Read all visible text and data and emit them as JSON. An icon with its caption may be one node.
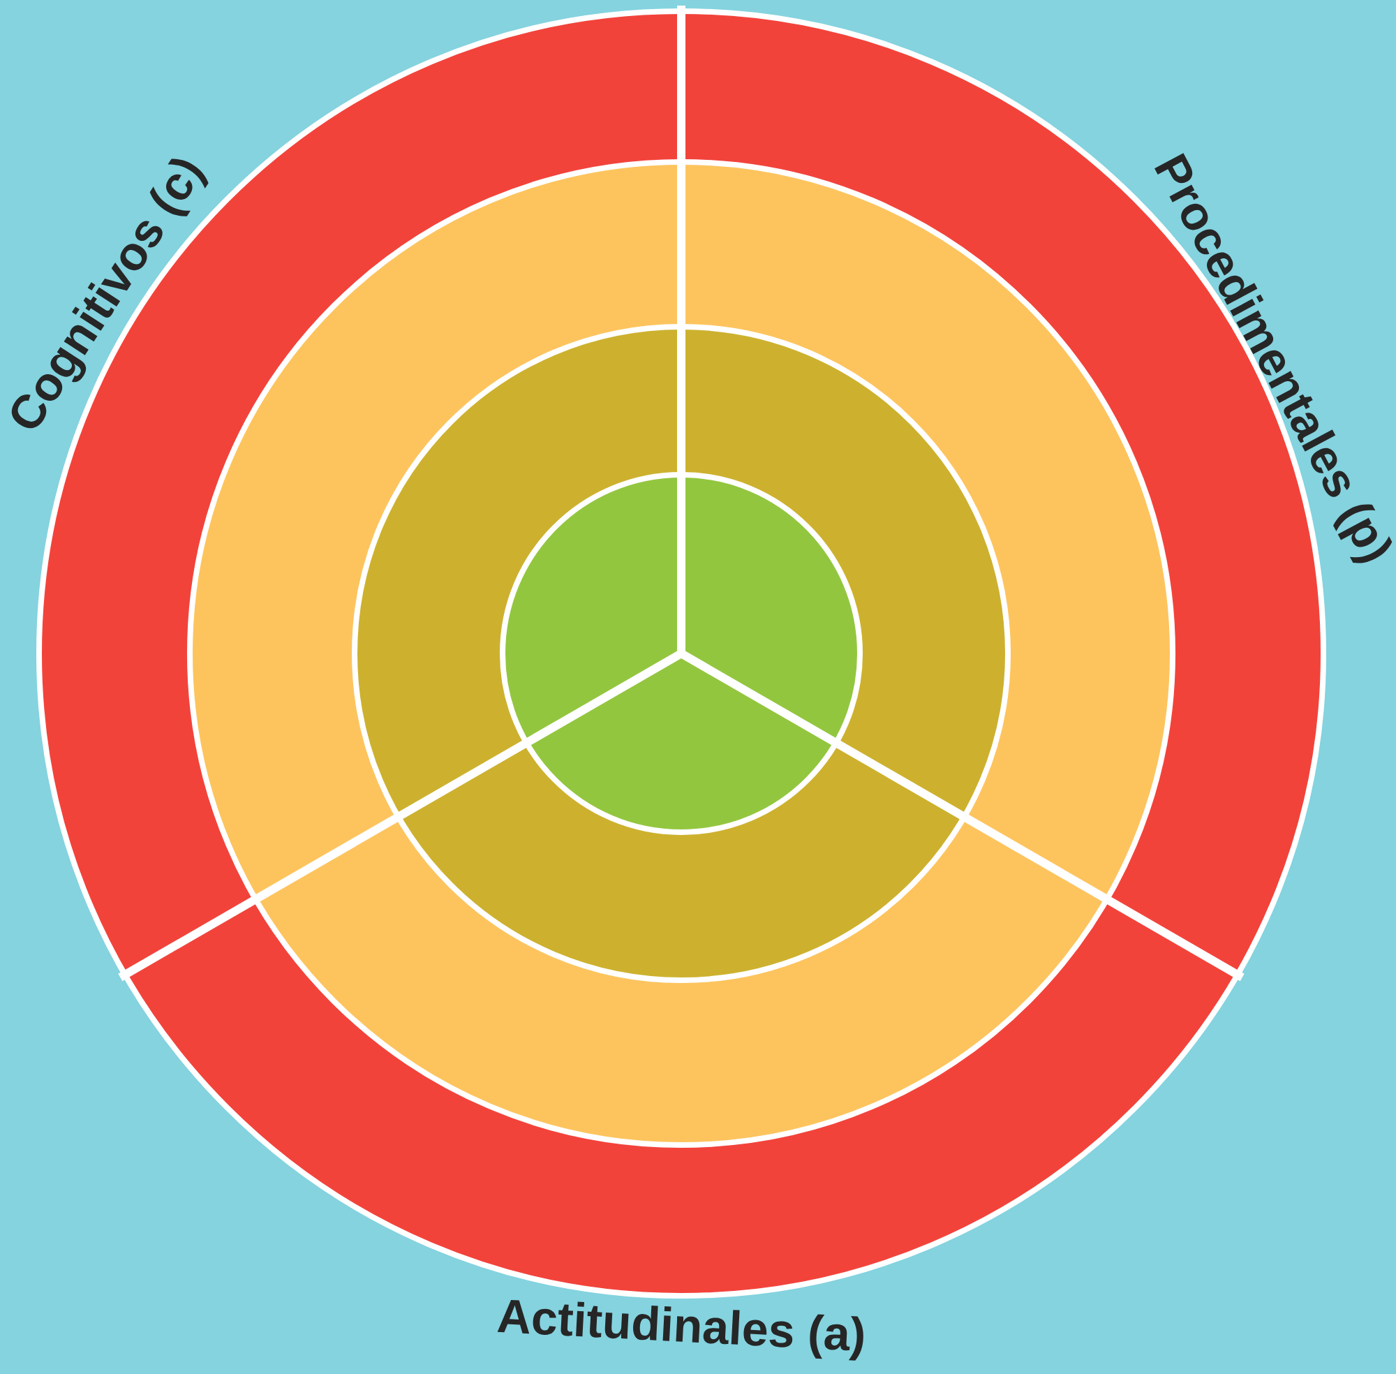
{
  "diagram": {
    "labels": [
      "Cognitivos (c)",
      "Procedimentales (p)",
      "Actitudinales (a)"
    ]
  }
}
